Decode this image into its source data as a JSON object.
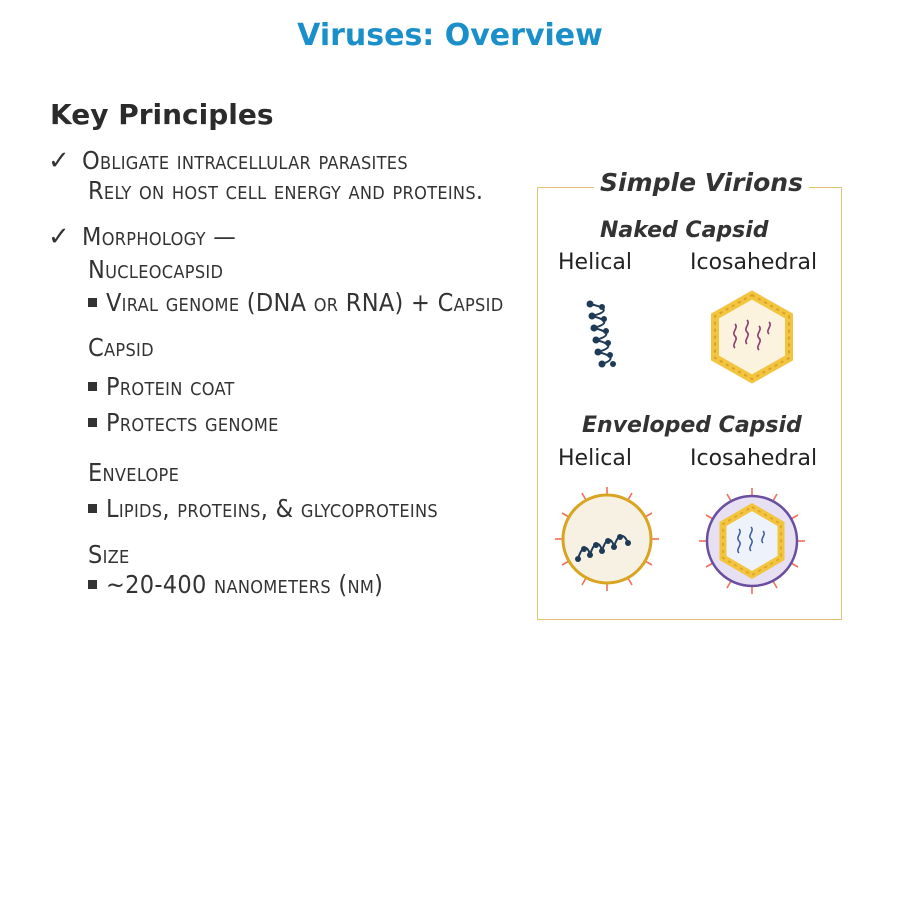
{
  "title": "Viruses: Overview",
  "key_principles": {
    "heading": "Key Principles",
    "check_mark": "✓",
    "obligate": {
      "line1": "Obligate intracellular parasites",
      "line2": "Rely on host cell energy and proteins."
    },
    "morphology": {
      "heading": "Morphology —",
      "nucleocapsid": {
        "label": "Nucleocapsid",
        "bullet": "Viral genome (DNA or RNA) + Capsid"
      },
      "capsid": {
        "label": "Capsid",
        "bullets": [
          "Protein coat",
          "Protects genome"
        ]
      },
      "envelope": {
        "label": "Envelope",
        "bullet": "Lipids, proteins, & glycoproteins"
      },
      "size": {
        "label": "Size",
        "bullet": "~20-400 nanometers (nm)"
      }
    }
  },
  "simple_virions": {
    "title": "Simple Virions",
    "naked_capsid": {
      "title": "Naked Capsid",
      "helical_label": "Helical",
      "icosahedral_label": "Icosahedral"
    },
    "enveloped_capsid": {
      "title": "Enveloped Capsid",
      "helical_label": "Helical",
      "icosahedral_label": "Icosahedral"
    }
  },
  "colors": {
    "title": "#1a8fc9",
    "panel_border": "#e0c27a",
    "capsomere": "#f2c440",
    "capsomere_dark": "#d9a420",
    "envelope_spike": "#f0705a",
    "helical_protein": "#1f3a55",
    "genome_purple": "#8a3d73",
    "envelope_purple": "#6a4ea0"
  }
}
